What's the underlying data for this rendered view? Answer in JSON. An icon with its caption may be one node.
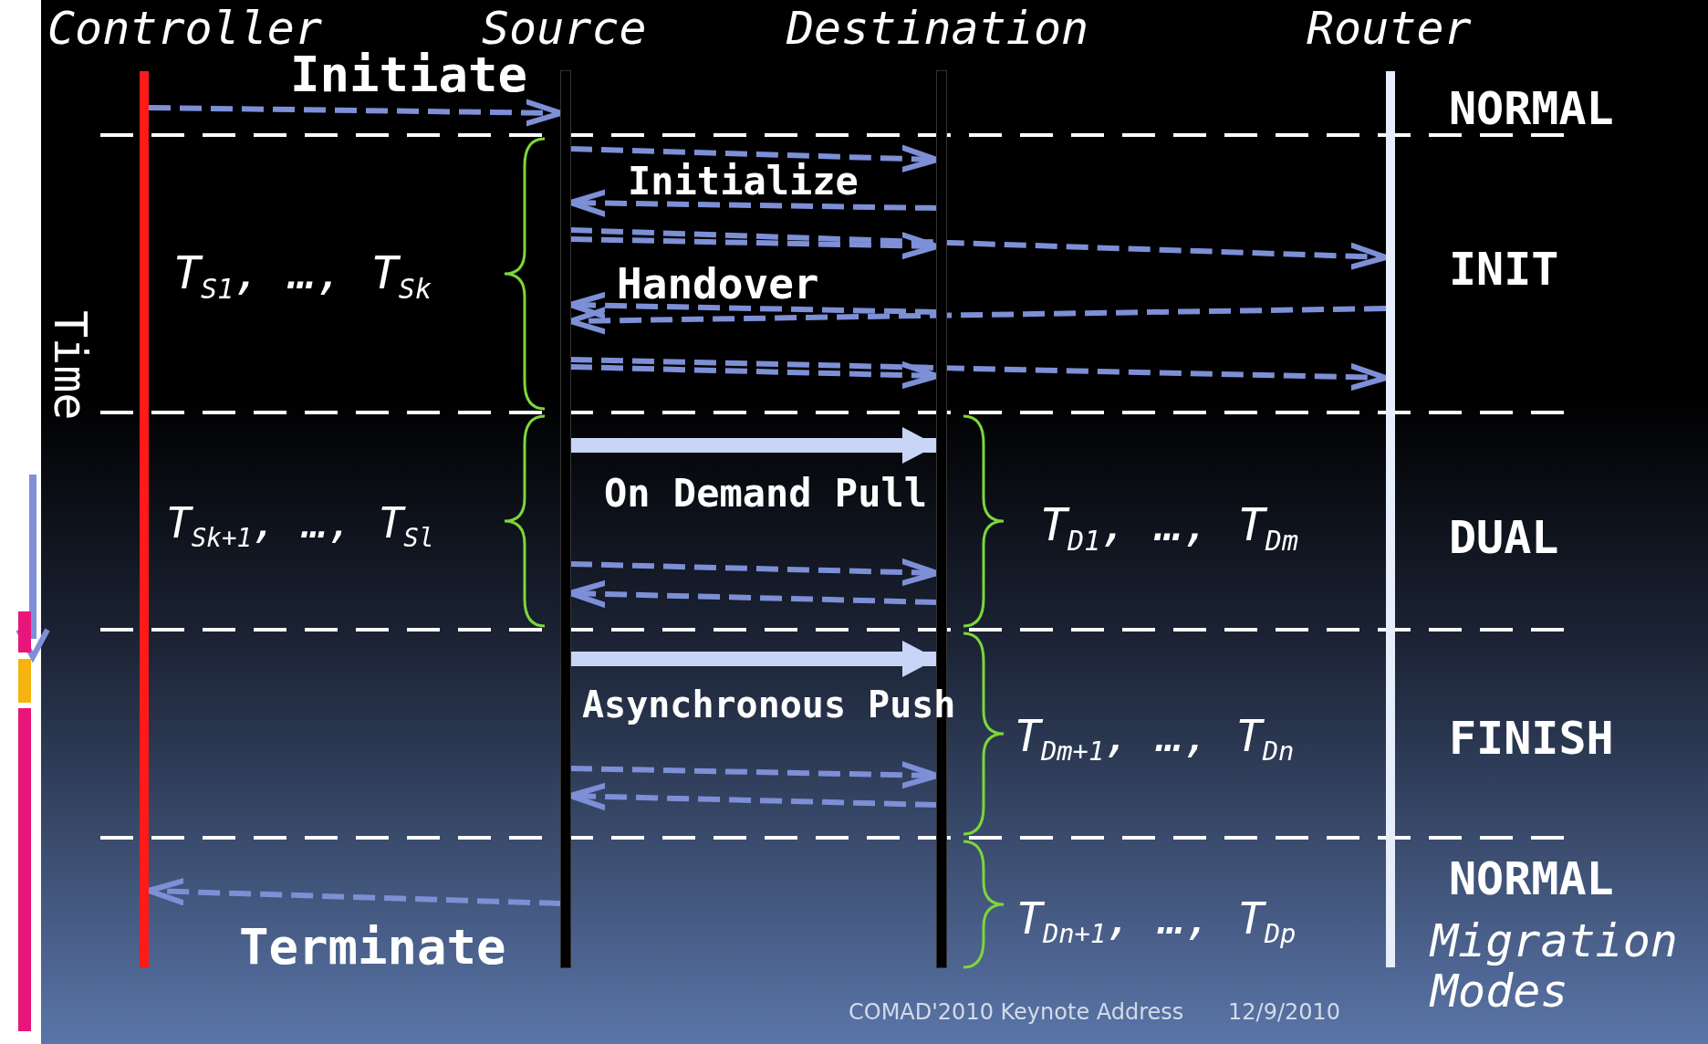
{
  "diagram": {
    "nodes": [
      {
        "text": [],
        "shape": "bar",
        "beside": [
          "Controller"
        ]
      },
      {
        "text": [],
        "shape": "bar",
        "beside": [
          "Source"
        ]
      },
      {
        "text": [],
        "shape": "bar",
        "beside": [
          "Destination"
        ]
      },
      {
        "text": [],
        "shape": "bar",
        "beside": [
          "Router"
        ]
      }
    ],
    "edges": [
      {
        "from": 0,
        "to": 1,
        "arrow": "to",
        "label": "Initiate",
        "style": "dashed"
      },
      {
        "from": 1,
        "to": 2,
        "arrow": "to",
        "style": "dashed"
      },
      {
        "from": 2,
        "to": 1,
        "arrow": "to",
        "style": "dashed"
      },
      {
        "from": 1,
        "to": 2,
        "arrow": "to",
        "style": "dashed"
      },
      {
        "from": 1,
        "to": 3,
        "arrow": "to",
        "style": "dashed"
      },
      {
        "from": 2,
        "to": 1,
        "arrow": "to",
        "style": "dashed"
      },
      {
        "from": 3,
        "to": 1,
        "arrow": "to",
        "style": "dashed"
      },
      {
        "from": 1,
        "to": 2,
        "arrow": "to",
        "style": "dashed"
      },
      {
        "from": 1,
        "to": 3,
        "arrow": "to",
        "style": "dashed"
      },
      {
        "from": 1,
        "to": 2,
        "arrow": "to",
        "style": "thick",
        "color": "#c9d5f6"
      },
      {
        "from": 1,
        "to": 2,
        "arrow": "to",
        "style": "dashed"
      },
      {
        "from": 2,
        "to": 1,
        "arrow": "to",
        "style": "dashed"
      },
      {
        "from": 1,
        "to": 2,
        "arrow": "to",
        "style": "thick",
        "color": "#c9d5f6"
      },
      {
        "from": 1,
        "to": 2,
        "arrow": "to",
        "style": "dashed"
      },
      {
        "from": 2,
        "to": 1,
        "arrow": "to",
        "style": "dashed"
      },
      {
        "from": 1,
        "to": 0,
        "arrow": "to",
        "label": "Terminate",
        "style": "dashed"
      }
    ],
    "labels": [
      "NORMAL",
      "Initialize",
      "INIT",
      "T$_{S1}$, …, T$_{Sk}$",
      "Handover",
      "On Demand Pull",
      "T$_{Sk+1}$, …, T$_{Sl}$",
      "T$_{D1}$, …, T$_{Dm}$",
      "DUAL",
      "Asynchronous Push",
      "T$_{Dm+1}$, …, T$_{Dn}$",
      "FINISH",
      "T$_{Dn+1}$, …, T$_{Dp}$",
      "NORMAL",
      "Migration Modes",
      "Time",
      "COMAD'2010 Keynote Address",
      "12/9/2010"
    ]
  }
}
